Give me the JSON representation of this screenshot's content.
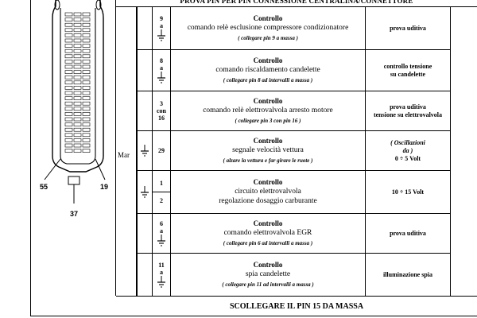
{
  "header_text": "PROVA PIN PER PIN CONNESSIONE CENTRALINA/CONNETTORE",
  "mar_label": "Mar",
  "connector": {
    "pin_labels": [
      "55",
      "19",
      "37"
    ]
  },
  "rows": [
    {
      "pin": [
        "9",
        "a"
      ],
      "title": "Controllo",
      "desc": [
        "comando relè esclusione compressore condizionatore"
      ],
      "note": "( collegare pin 9 a massa )",
      "result": [
        "prova uditiva"
      ]
    },
    {
      "pin": [
        "8",
        "a"
      ],
      "title": "Controllo",
      "desc": [
        "comando riscaldamento candelette"
      ],
      "note": "( collegare pin 8 ad intervalli a massa )",
      "result": [
        "controllo tensione",
        "su candelette"
      ]
    },
    {
      "pin": [
        "3",
        "con",
        "16"
      ],
      "title": "Controllo",
      "desc": [
        "comando relè elettrovalvola arresto motore"
      ],
      "note": "( collegare pin 3 con pin 16 )",
      "result": [
        "prova uditiva",
        "tensione su elettrovalvola"
      ]
    },
    {
      "pin": [
        "29"
      ],
      "title": "Controllo",
      "desc": [
        "segnale velocità vettura"
      ],
      "note": "( alzare la vettura e far girare le ruote )",
      "result": [
        "( Oscillazioni",
        "da )",
        "0 ÷ 5 Volt"
      ]
    },
    {
      "pin": [
        "1",
        "2"
      ],
      "title": "Controllo",
      "desc": [
        "circuito elettrovalvola",
        "regolazione dosaggio carburante"
      ],
      "note": "",
      "result": [
        "10 ÷ 15 Volt"
      ]
    },
    {
      "pin": [
        "6",
        "a"
      ],
      "title": "Controllo",
      "desc": [
        "comando elettrovalvola EGR"
      ],
      "note": "( collegare pin 6 ad intervalli a massa )",
      "result": [
        "prova uditiva"
      ]
    },
    {
      "pin": [
        "11",
        "a"
      ],
      "title": "Controllo",
      "desc": [
        "spia candelette"
      ],
      "note": "( collegare pin 11 ad intervalli a massa )",
      "result": [
        "illuminazione spia"
      ]
    }
  ],
  "footer_text": "SCOLLEGARE IL PIN 15 DA MASSA"
}
